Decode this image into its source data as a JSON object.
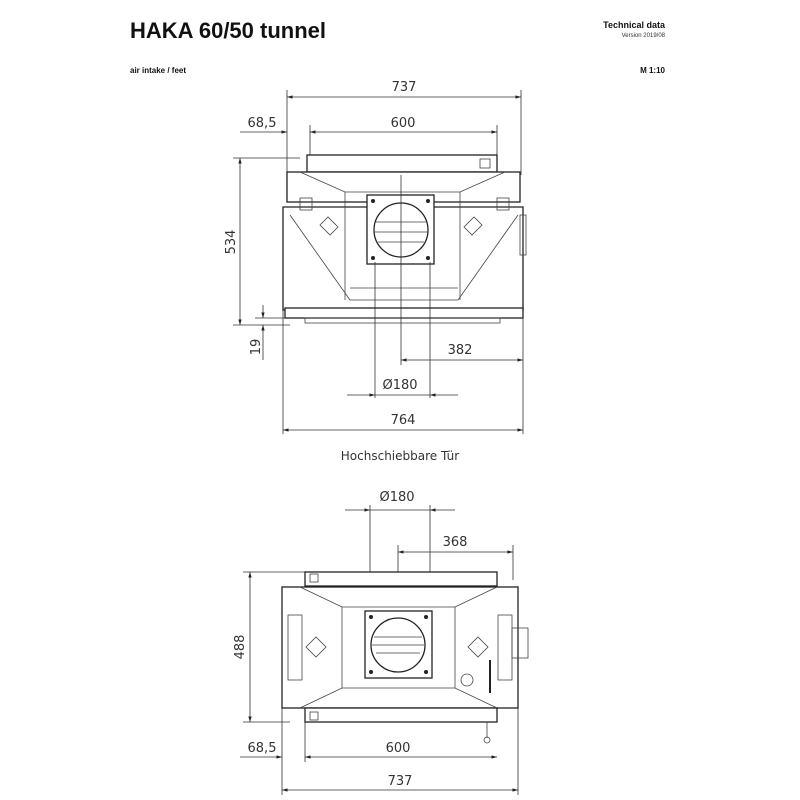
{
  "header": {
    "title": "HAKA 60/50 tunnel",
    "subtitle": "air intake / feet",
    "doc_type": "Technical data",
    "version": "Version 2019/08",
    "scale": "M 1:10"
  },
  "top_view": {
    "dims": {
      "overall_width": "737",
      "inner_width": "600",
      "offset": "68,5",
      "height": "534",
      "foot": "19",
      "flue_offset": "382",
      "flue_diameter": "Ø180",
      "base_width": "764"
    },
    "caption": "Hochschiebbare Tür"
  },
  "bottom_view": {
    "dims": {
      "flue_diameter": "Ø180",
      "flue_offset": "368",
      "height": "488",
      "inner_width": "600",
      "offset": "68,5",
      "overall_width": "737"
    }
  }
}
